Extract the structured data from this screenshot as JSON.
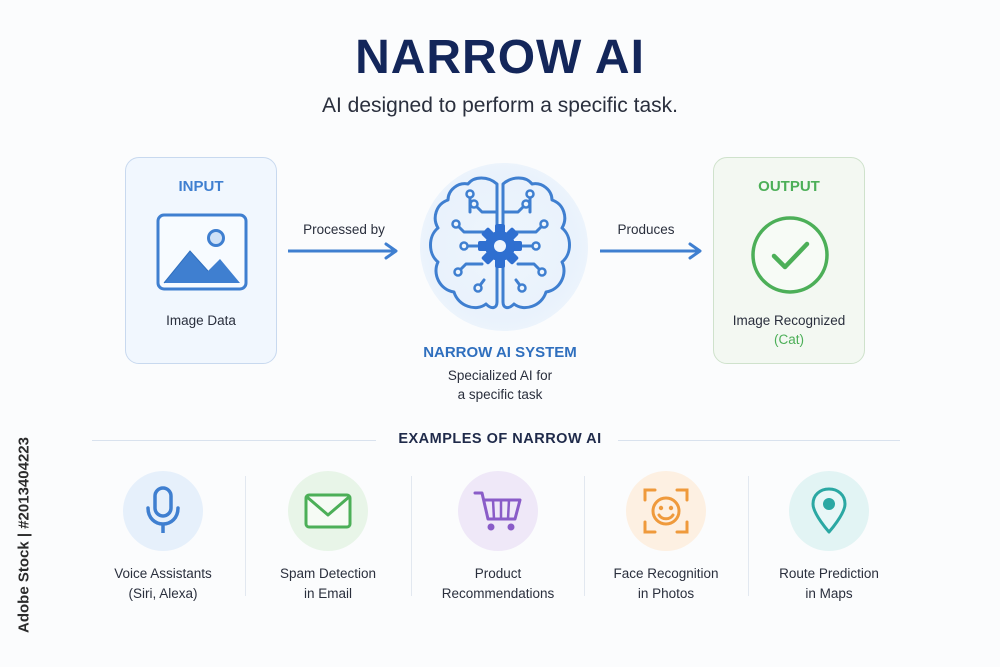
{
  "header": {
    "title": "NARROW AI",
    "subtitle": "AI designed to perform a specific task."
  },
  "input_card": {
    "title": "INPUT",
    "label": "Image Data",
    "icon": "image-icon",
    "color": "#3f7fd0"
  },
  "flow": {
    "processed_label": "Processed by",
    "produces_label": "Produces",
    "arrow_color": "#3f7fd0"
  },
  "system": {
    "icon": "brain-gear-icon",
    "title": "NARROW AI SYSTEM",
    "description_line1": "Specialized AI for",
    "description_line2": "a specific task"
  },
  "output_card": {
    "title": "OUTPUT",
    "label": "Image Recognized",
    "detail": "(Cat)",
    "icon": "checkmark-circle-icon",
    "color": "#4caf58"
  },
  "examples": {
    "title": "EXAMPLES OF NARROW AI",
    "items": [
      {
        "icon": "microphone-icon",
        "line1": "Voice Assistants",
        "line2": "(Siri, Alexa)",
        "color": "#3f7fd0",
        "bg": "#e6f0fb"
      },
      {
        "icon": "envelope-icon",
        "line1": "Spam Detection",
        "line2": "in Email",
        "color": "#4caf58",
        "bg": "#e8f5e8"
      },
      {
        "icon": "shopping-cart-icon",
        "line1": "Product",
        "line2": "Recommendations",
        "color": "#8a5cc8",
        "bg": "#efe8f8"
      },
      {
        "icon": "face-scan-icon",
        "line1": "Face Recognition",
        "line2": "in Photos",
        "color": "#ef9a3c",
        "bg": "#fdf0e2"
      },
      {
        "icon": "map-pin-icon",
        "line1": "Route Prediction",
        "line2": "in Maps",
        "color": "#2ba8a3",
        "bg": "#e2f4f4"
      }
    ]
  },
  "watermark": {
    "text": "Adobe Stock | #2013404223"
  }
}
